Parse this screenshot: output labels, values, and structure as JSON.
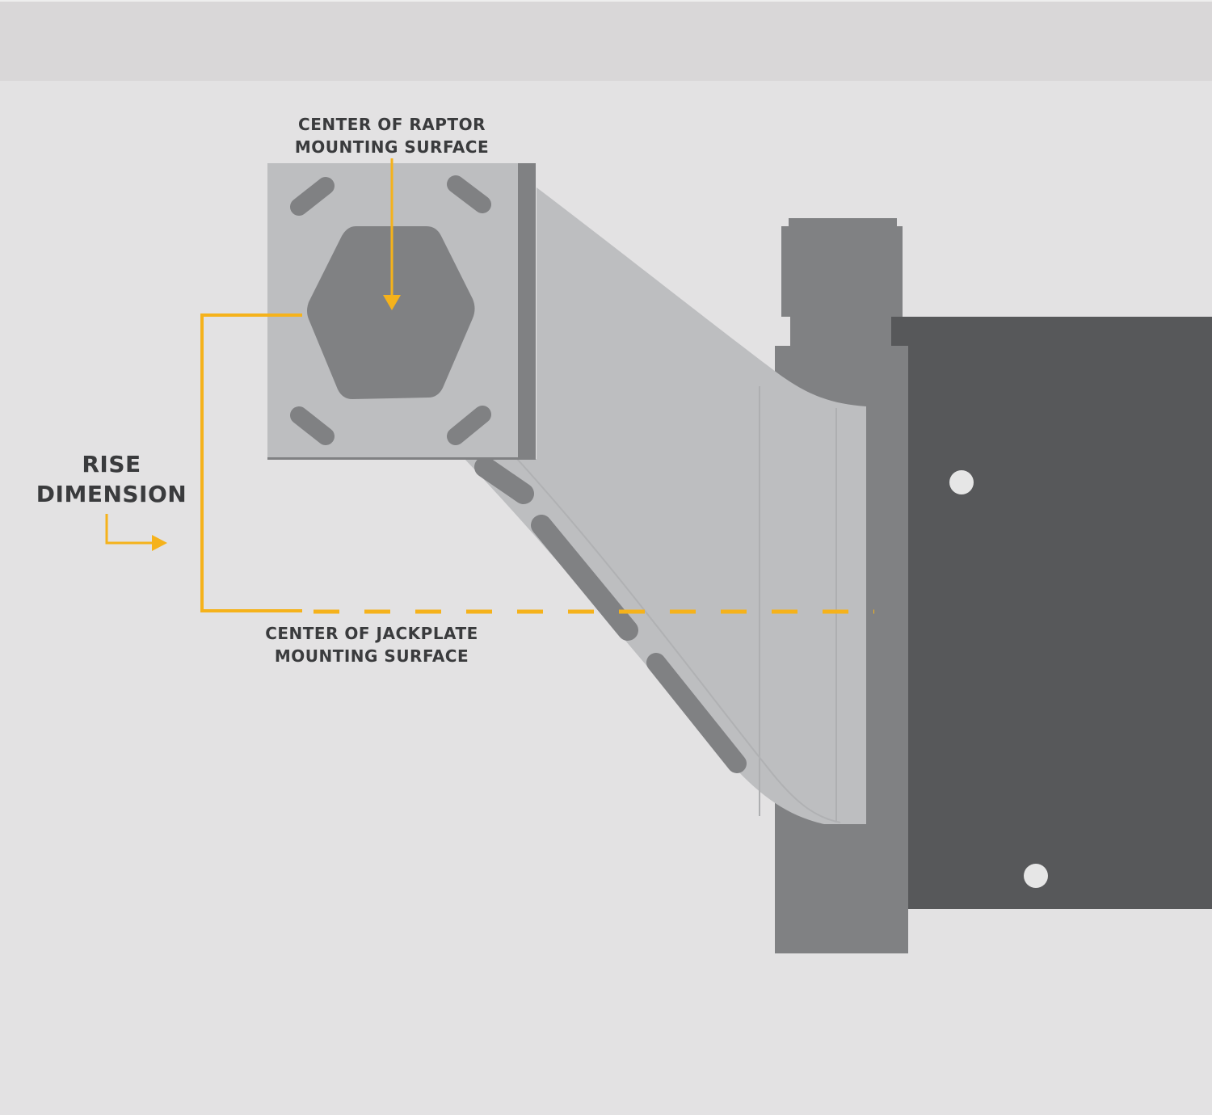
{
  "diagram": {
    "title": "Rise dimension diagram",
    "labels": {
      "raptor_center": "CENTER OF RAPTOR\nMOUNTING SURFACE",
      "jackplate_center": "CENTER OF JACKPLATE\nMOUNTING SURFACE",
      "rise_dimension": "RISE\nDIMENSION"
    },
    "colors": {
      "background": "#e3e2e3",
      "top_band": "#d9d7d8",
      "accent_yellow": "#f5b21b",
      "plate_light": "#bdbec0",
      "part_mid": "#808183",
      "jackplate_dark": "#57585a",
      "hole": "#e6e6e6",
      "text": "#3a3b3d"
    }
  }
}
